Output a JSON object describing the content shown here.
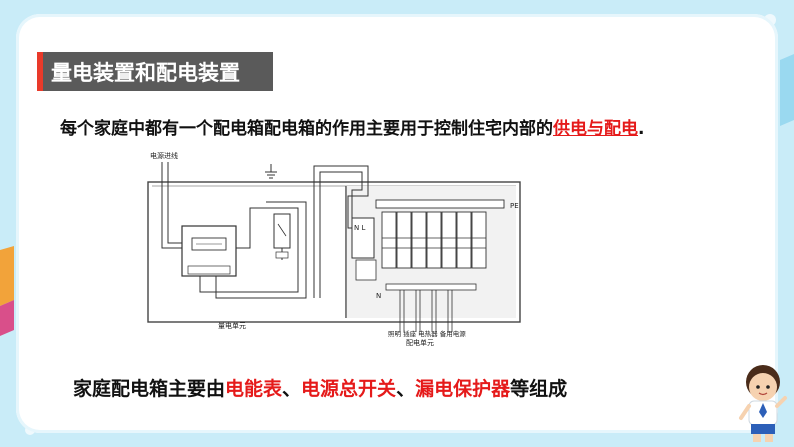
{
  "slide": {
    "title": "量电装置和配电装置",
    "intro": {
      "before": "每个家庭中都有一个配电箱配电箱的作用主要用于控制住宅内部的",
      "highlight": "供电与配电",
      "after": "."
    },
    "conclusion": {
      "prefix": "家庭配电箱主要由",
      "item1": "电能表",
      "sep1": "、",
      "item2": "电源总开关",
      "sep2": "、",
      "item3": "漏电保护器",
      "suffix": "等组成"
    }
  },
  "diagram": {
    "label_power_in": "电源进线",
    "label_pe": "PE",
    "label_n_l": "N L",
    "label_n": "N",
    "label_metering_unit": "量电单元",
    "label_circuits": "照明 插座 电热器 备用电源",
    "label_distribution_unit": "配电单元"
  },
  "colors": {
    "background": "#c9ecf8",
    "title_bar": "#5a5a5a",
    "accent_red": "#e51a1a"
  }
}
